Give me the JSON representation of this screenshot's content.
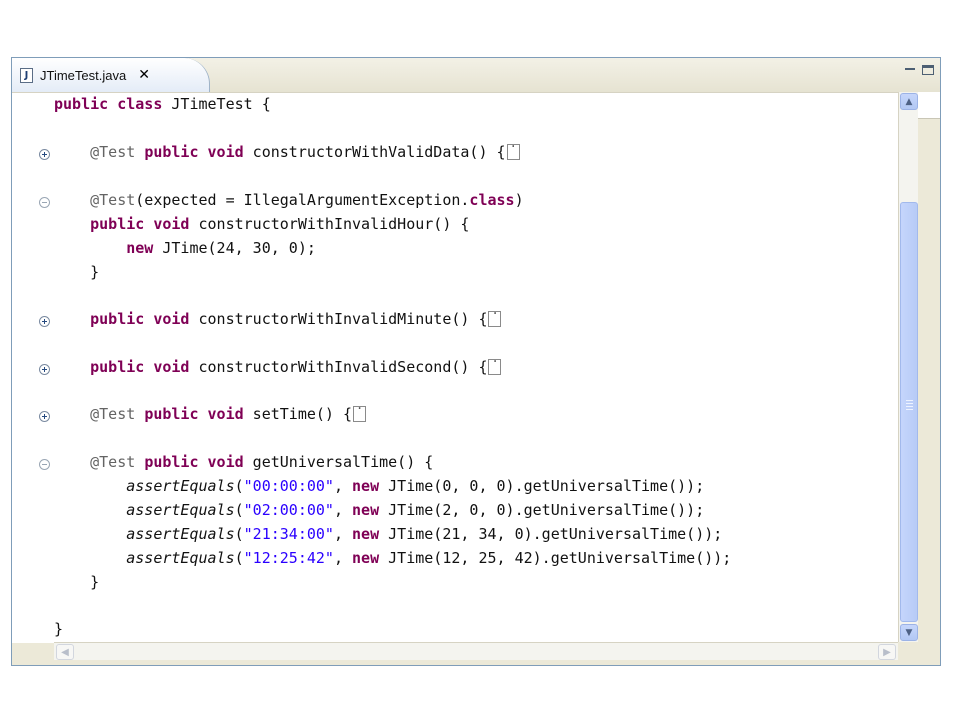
{
  "tab": {
    "icon_letter": "J",
    "title": "JTimeTest.java",
    "close_glyph": "✕"
  },
  "code": {
    "l1": [
      {
        "t": "public class",
        "c": "kw"
      },
      {
        "t": " JTimeTest {",
        "c": ""
      }
    ],
    "l2": [
      {
        "t": "    @Test",
        "c": "ann"
      },
      {
        "t": " ",
        "c": ""
      },
      {
        "t": "public void",
        "c": "kw"
      },
      {
        "t": " constructorWithValidData() {",
        "c": ""
      }
    ],
    "l3": [
      {
        "t": "    @Test",
        "c": "ann"
      },
      {
        "t": "(expected = IllegalArgumentException.",
        "c": ""
      },
      {
        "t": "class",
        "c": "kw"
      },
      {
        "t": ")",
        "c": ""
      }
    ],
    "l4": [
      {
        "t": "    ",
        "c": ""
      },
      {
        "t": "public void",
        "c": "kw"
      },
      {
        "t": " constructorWithInvalidHour() {",
        "c": ""
      }
    ],
    "l5": [
      {
        "t": "        ",
        "c": ""
      },
      {
        "t": "new",
        "c": "kw"
      },
      {
        "t": " JTime(24, 30, 0);",
        "c": ""
      }
    ],
    "l6": [
      {
        "t": "    }",
        "c": ""
      }
    ],
    "l7": [
      {
        "t": "    ",
        "c": ""
      },
      {
        "t": "public void",
        "c": "kw"
      },
      {
        "t": " constructorWithInvalidMinute() {",
        "c": ""
      }
    ],
    "l8": [
      {
        "t": "    ",
        "c": ""
      },
      {
        "t": "public void",
        "c": "kw"
      },
      {
        "t": " constructorWithInvalidSecond() {",
        "c": ""
      }
    ],
    "l9": [
      {
        "t": "    @Test",
        "c": "ann"
      },
      {
        "t": " ",
        "c": ""
      },
      {
        "t": "public void",
        "c": "kw"
      },
      {
        "t": " setTime() {",
        "c": ""
      }
    ],
    "l10": [
      {
        "t": "    @Test",
        "c": "ann"
      },
      {
        "t": " ",
        "c": ""
      },
      {
        "t": "public void",
        "c": "kw"
      },
      {
        "t": " getUniversalTime() {",
        "c": ""
      }
    ],
    "l11": [
      {
        "t": "        ",
        "c": ""
      },
      {
        "t": "assertEquals",
        "c": "ital"
      },
      {
        "t": "(",
        "c": ""
      },
      {
        "t": "\"00:00:00\"",
        "c": "str"
      },
      {
        "t": ", ",
        "c": ""
      },
      {
        "t": "new",
        "c": "kw"
      },
      {
        "t": " JTime(0, 0, 0).getUniversalTime());",
        "c": ""
      }
    ],
    "l12": [
      {
        "t": "        ",
        "c": ""
      },
      {
        "t": "assertEquals",
        "c": "ital"
      },
      {
        "t": "(",
        "c": ""
      },
      {
        "t": "\"02:00:00\"",
        "c": "str"
      },
      {
        "t": ", ",
        "c": ""
      },
      {
        "t": "new",
        "c": "kw"
      },
      {
        "t": " JTime(2, 0, 0).getUniversalTime());",
        "c": ""
      }
    ],
    "l13": [
      {
        "t": "        ",
        "c": ""
      },
      {
        "t": "assertEquals",
        "c": "ital"
      },
      {
        "t": "(",
        "c": ""
      },
      {
        "t": "\"21:34:00\"",
        "c": "str"
      },
      {
        "t": ", ",
        "c": ""
      },
      {
        "t": "new",
        "c": "kw"
      },
      {
        "t": " JTime(21, 34, 0).getUniversalTime());",
        "c": ""
      }
    ],
    "l14": [
      {
        "t": "        ",
        "c": ""
      },
      {
        "t": "assertEquals",
        "c": "ital"
      },
      {
        "t": "(",
        "c": ""
      },
      {
        "t": "\"12:25:42\"",
        "c": "str"
      },
      {
        "t": ", ",
        "c": ""
      },
      {
        "t": "new",
        "c": "kw"
      },
      {
        "t": " JTime(12, 25, 42).getUniversalTime());",
        "c": ""
      }
    ],
    "l15": [
      {
        "t": "    }",
        "c": ""
      }
    ],
    "l16": [
      {
        "t": "}",
        "c": ""
      }
    ]
  },
  "colors": {
    "keyword": "#7f0055",
    "annotation": "#646464",
    "string": "#2a00ff",
    "scrollbar": "#b7cbf6"
  },
  "icons": {
    "expand": "fold-expand-icon",
    "collapse": "fold-collapse-icon",
    "folded_block": "folded-code-icon"
  }
}
